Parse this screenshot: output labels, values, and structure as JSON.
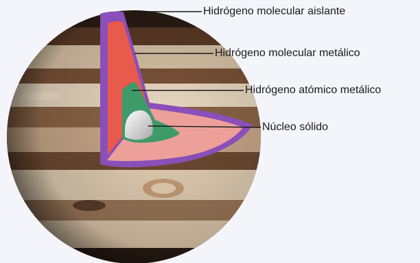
{
  "labels": [
    {
      "id": "insulating-molecular-hydrogen",
      "text": "Hidrógeno molecular aislante"
    },
    {
      "id": "metallic-molecular-hydrogen",
      "text": "Hidrógeno molecular metálico"
    },
    {
      "id": "metallic-atomic-hydrogen",
      "text": "Hidrógeno atómico metálico"
    },
    {
      "id": "solid-core",
      "text": "Núcleo sólido"
    }
  ],
  "colors": {
    "background": "#f3f5fa",
    "outer_shell": "#8a4fb8",
    "molecular_metallic": "#e85a4c",
    "atomic_metallic": "#3f9a6a",
    "core": "#d6d6d6",
    "cut_face": "#eda09a",
    "planet_dark": "#2a1c14",
    "band_light": "#e9d8c0",
    "band_brown": "#7a5238"
  }
}
